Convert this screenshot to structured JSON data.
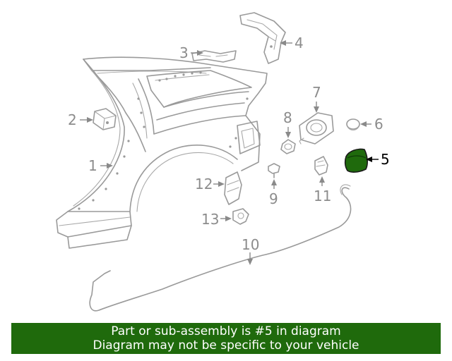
{
  "diagram": {
    "callouts": {
      "c1": "1",
      "c2": "2",
      "c3": "3",
      "c4": "4",
      "c5": "5",
      "c6": "6",
      "c7": "7",
      "c8": "8",
      "c9": "9",
      "c10": "10",
      "c11": "11",
      "c12": "12",
      "c13": "13"
    },
    "highlight_color": "#1f6a0c"
  },
  "banner": {
    "line1": "Part or sub-assembly is #5 in diagram",
    "line2": "Diagram may not be specific to your vehicle",
    "background": "#1f6a0c"
  }
}
